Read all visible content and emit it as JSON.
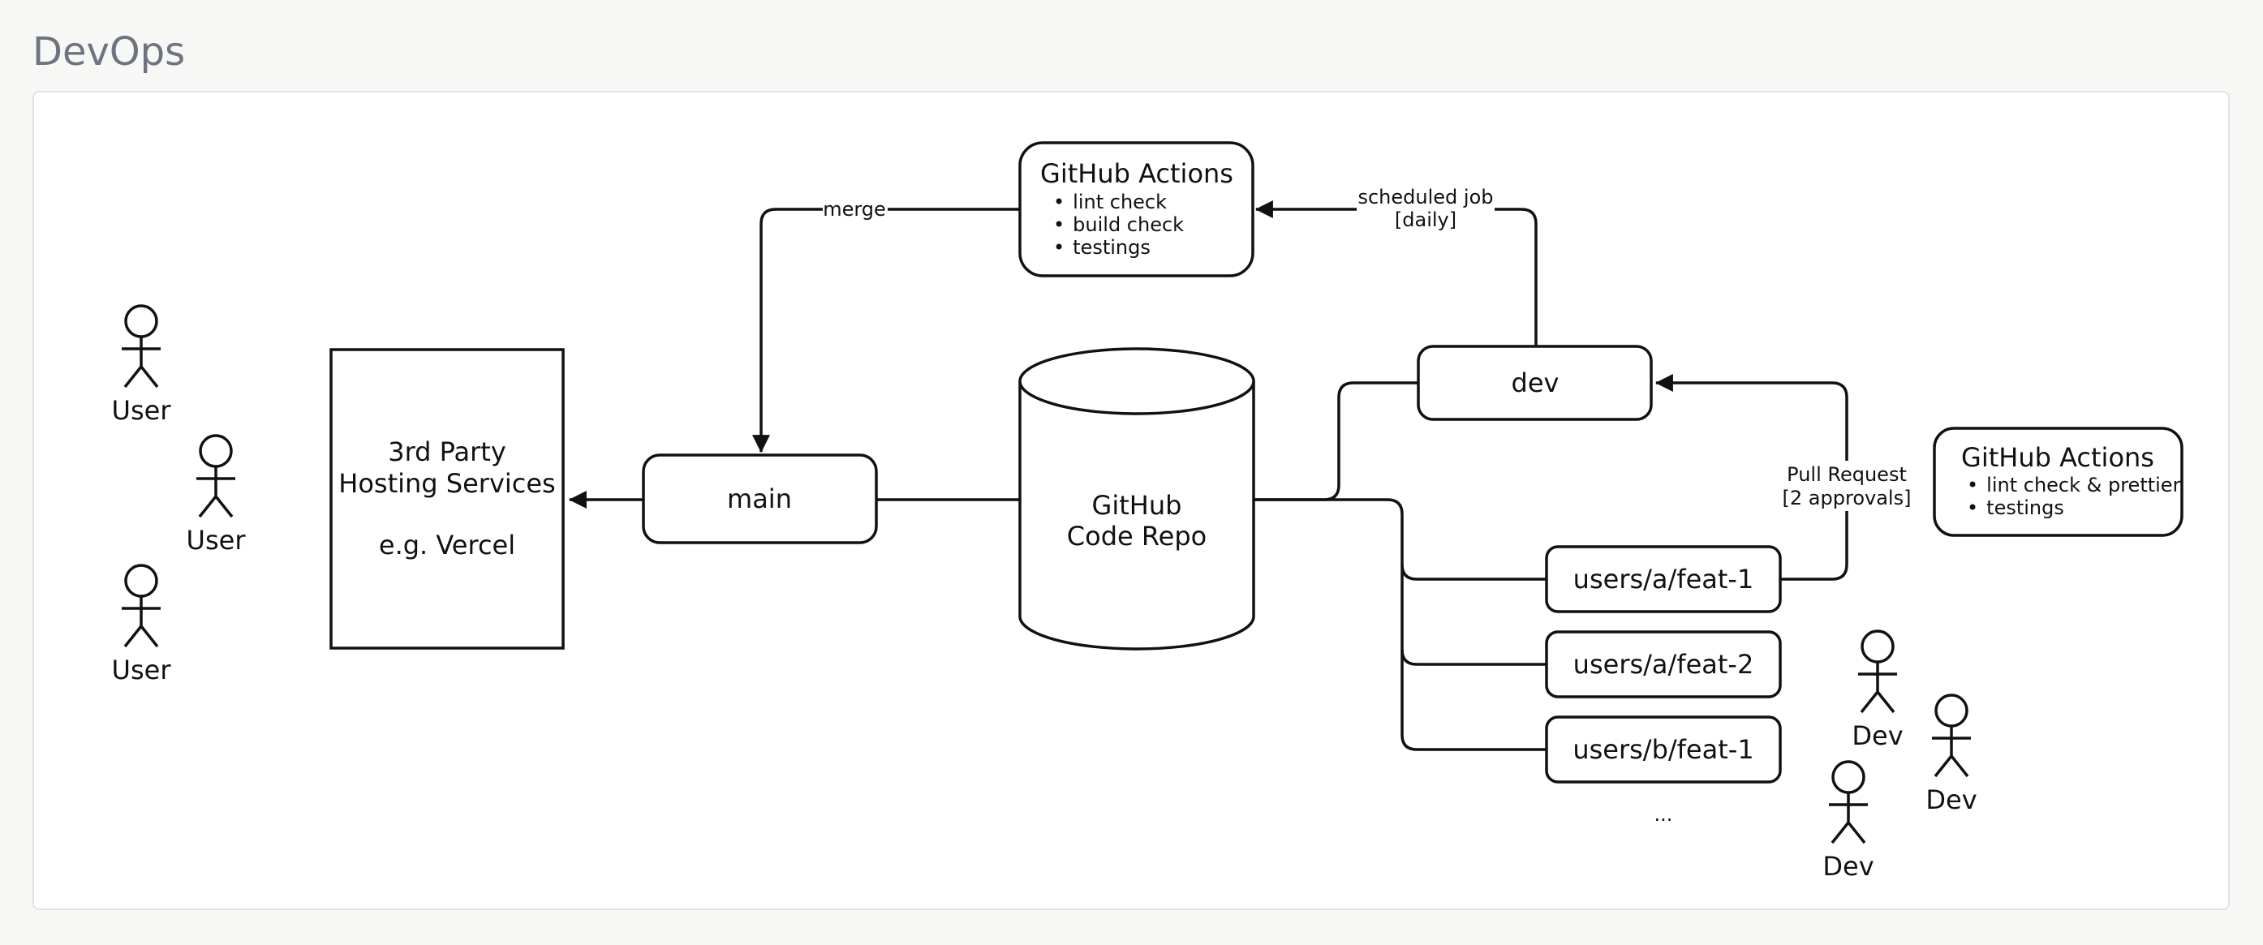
{
  "page": {
    "title": "DevOps"
  },
  "nodes": {
    "hosting": {
      "line1": "3rd Party",
      "line2": "Hosting Services",
      "line3": "e.g. Vercel"
    },
    "main": {
      "label": "main"
    },
    "repo": {
      "line1": "GitHub",
      "line2": "Code Repo"
    },
    "dev": {
      "label": "dev"
    },
    "actions_main": {
      "title": "GitHub Actions",
      "bullets": [
        "lint check",
        "build check",
        "testings"
      ]
    },
    "actions_pr": {
      "title": "GitHub Actions",
      "bullets": [
        "lint check & prettier",
        "testings"
      ]
    },
    "feat_a1": {
      "label": "users/a/feat-1"
    },
    "feat_a2": {
      "label": "users/a/feat-2"
    },
    "feat_b1": {
      "label": "users/b/feat-1"
    },
    "more": {
      "label": "..."
    }
  },
  "edges": {
    "merge": {
      "label": "merge"
    },
    "scheduled": {
      "line1": "scheduled job",
      "line2": "[daily]"
    },
    "pull_request": {
      "line1": "Pull Request",
      "line2": "[2 approvals]"
    }
  },
  "actors": {
    "users": [
      "User",
      "User",
      "User"
    ],
    "devs": [
      "Dev",
      "Dev",
      "Dev"
    ]
  },
  "bullet_glyph": "•"
}
